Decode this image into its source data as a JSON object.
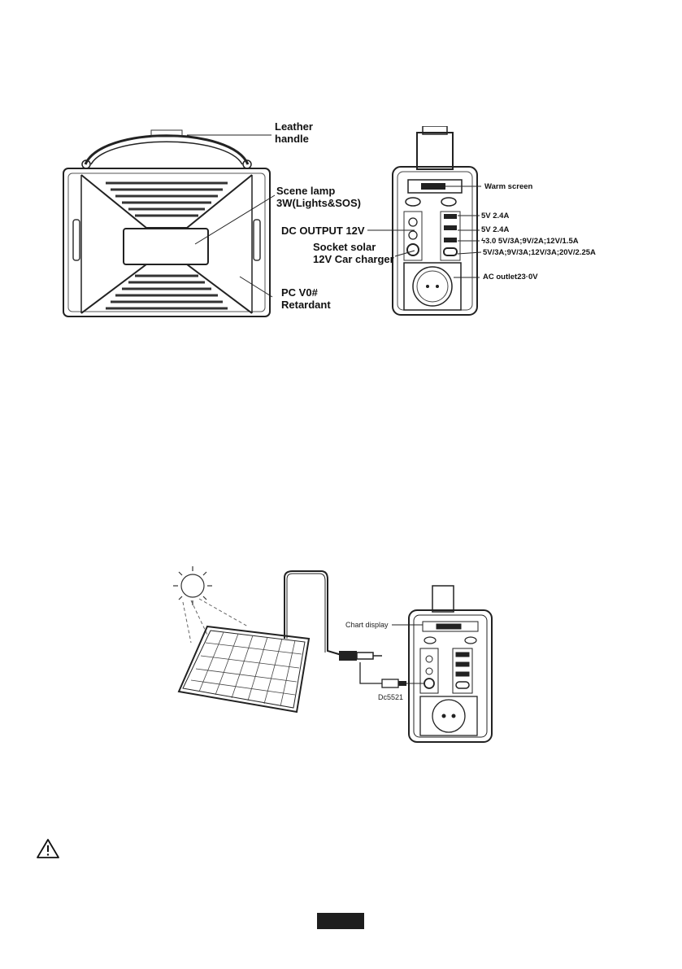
{
  "figure1": {
    "left_labels": {
      "leather_handle": [
        "Leather",
        "handle"
      ],
      "scene_lamp": [
        "Scene lamp",
        "3W(Lights&SOS)"
      ],
      "dc_output": "DC OUTPUT 12V",
      "socket_solar": [
        "Socket  solar",
        "12V Car charger"
      ],
      "pc_retardant": [
        "PC V0#",
        "Retardant"
      ]
    },
    "right_labels": {
      "warm_screen": "Warm screen",
      "usb1": "5V 2.4A",
      "usb2": "5V 2.4A",
      "qc": "ϟ3.0 5V/3A;9V/2A;12V/1.5A",
      "typec": "5V/3A;9V/3A;12V/3A;20V/2.25A",
      "ac_outlet": "AC outlet23·0V"
    }
  },
  "figure2": {
    "chart_display": "Chart display",
    "dc_connector": "Dc5521"
  },
  "colors": {
    "ink": "#1a1a1a",
    "page_tab": "#1e1e1e"
  },
  "icons": [
    "warning-triangle-icon",
    "sun-icon"
  ]
}
